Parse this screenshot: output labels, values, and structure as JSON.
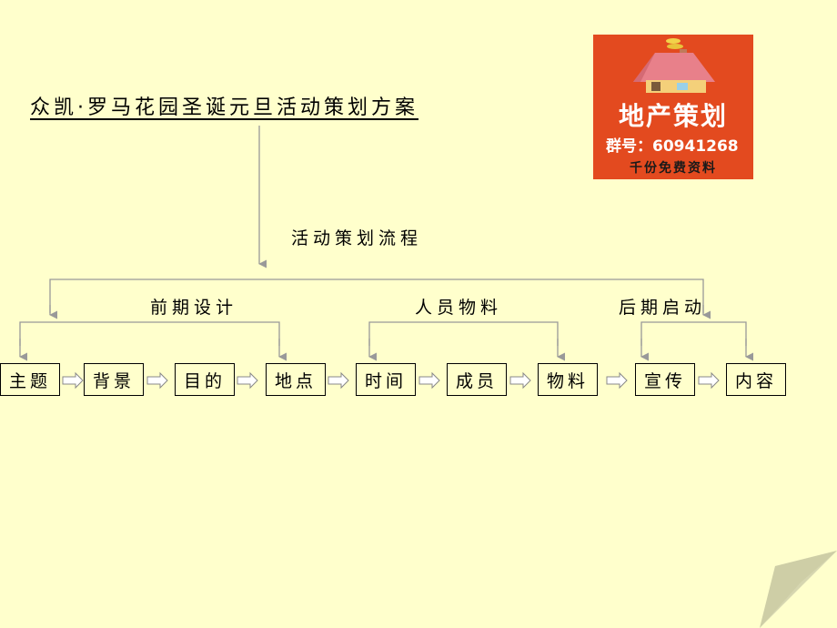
{
  "title": "众凯·罗马花园圣诞元旦活动策划方案",
  "flow_label": "活动策划流程",
  "groups": [
    "前期设计",
    "人员物料",
    "后期启动"
  ],
  "steps": [
    "主题",
    "背景",
    "目的",
    "地点",
    "时间",
    "成员",
    "物料",
    "宣传",
    "内容"
  ],
  "logo": {
    "main": "地产策划",
    "sub": "群号：60941268",
    "foot": "千份免费资料"
  },
  "colors": {
    "background": "#ffffcc",
    "logo_bg": "#e34a1f",
    "line": "#999999"
  }
}
